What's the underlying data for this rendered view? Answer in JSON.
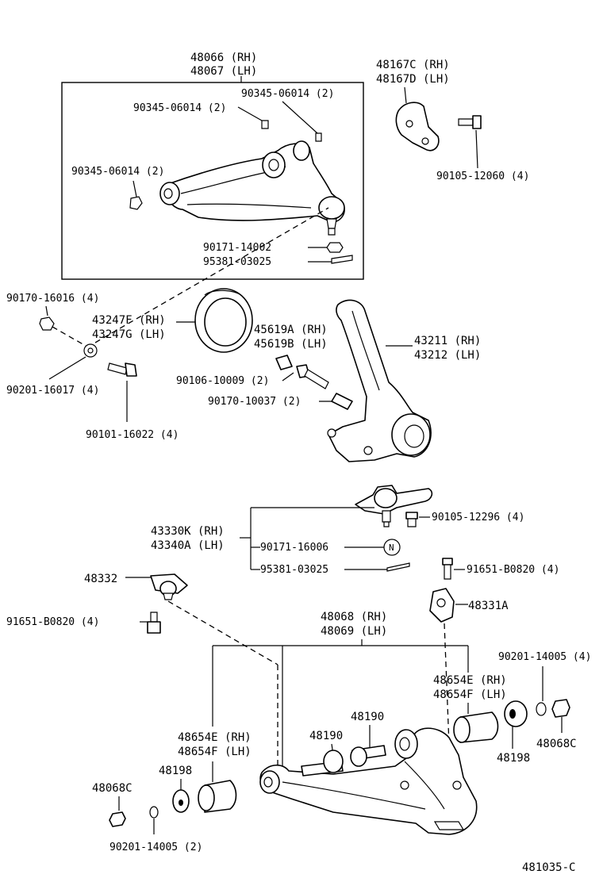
{
  "diagram": {
    "labels": {
      "upper_arm_rh": "48066 (RH)",
      "upper_arm_lh": "48067 (LH)",
      "bolt_top_right": "90345-06014 (2)",
      "bolt_top_left": "90345-06014 (2)",
      "bolt_mid_left": "90345-06014 (2)",
      "nut_upper": "90171-14002",
      "pin_upper": "95381-03025",
      "bracket_rh": "48167C (RH)",
      "bracket_lh": "48167D (LH)",
      "bracket_bolt": "90105-12060 (4)",
      "nut_left": "90170-16016 (4)",
      "boot_rh": "43247F (RH)",
      "boot_lh": "43247G (LH)",
      "washer_left": "90201-16017 (4)",
      "bolt_left": "90101-16022 (4)",
      "bush_rh": "45619A (RH)",
      "bush_lh": "45619B (LH)",
      "knuckle_rh": "43211 (RH)",
      "knuckle_lh": "43212 (LH)",
      "knuckle_bolt": "90106-10009 (2)",
      "knuckle_nut": "90170-10037 (2)",
      "lower_ball_rh": "43330K (RH)",
      "lower_ball_lh": "43340A (LH)",
      "lower_ball_bolt": "90105-12296 (4)",
      "lower_ball_nut": "90171-16006",
      "lower_ball_pin": "95381-03025",
      "stopper_left": "48332",
      "stopper_left_bolt": "91651-B0820 (4)",
      "stopper_right_bolt": "91651-B0820 (4)",
      "stopper_right": "48331A",
      "lower_arm_rh": "48068 (RH)",
      "lower_arm_lh": "48069 (LH)",
      "washer_right": "90201-14005 (4)",
      "bushing_right_rh": "48654E (RH)",
      "bushing_right_lh": "48654F (LH)",
      "bolt_right": "48190",
      "bolt_left_lower": "48190",
      "bushing_left_rh": "48654E (RH)",
      "bushing_left_lh": "48654F (LH)",
      "retainer_right": "48198",
      "nut_right": "48068C",
      "retainer_left": "48198",
      "nut_left_lower": "48068C",
      "washer_left_lower": "90201-14005 (2)",
      "n_symbol": "N",
      "code": "481035-C"
    }
  }
}
